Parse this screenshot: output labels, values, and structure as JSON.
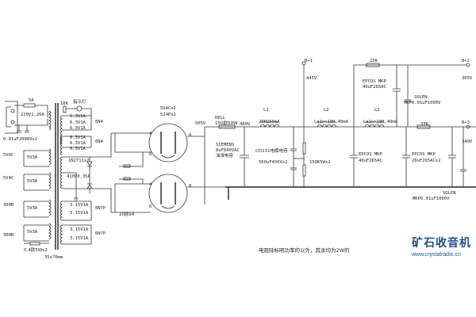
{
  "transformer": {
    "fuse": "5A",
    "primary": "220V1.26A",
    "primary_cap": "0.01uF2000Vx2",
    "left_taps": [
      "5V4C",
      "5V3A",
      "5V4C",
      "5V3A",
      "300B",
      "5V3A",
      "300B",
      "5V3A"
    ],
    "resistor": "0.4欧5Wx2",
    "core_size": "35x70mm",
    "r10k": "10K",
    "pilot": "指示灯",
    "windings": [
      "6.3V1A",
      "6.3V1A",
      "6.3V1A",
      "6.3V1A",
      "6.3V1A",
      "6.3V1A"
    ],
    "w_6n4": "6N4",
    "w_6n4b": "6N4",
    "hv": "410V0.35A",
    "diode": "1N2711x2",
    "lower_windings": [
      "3.15V1A",
      "3.15V1A",
      "3.15V1A",
      "3.15V1A"
    ],
    "w_6n7p": "6N7P",
    "w_6n7pb": "6N7P",
    "r20": "20欧x4"
  },
  "rectifier": {
    "part": "5U4Cx2",
    "part2": "5Z4Px2",
    "pin4": "4",
    "pin8": "8",
    "pin6": "6"
  },
  "supply": {
    "v505": "505V",
    "dell": "DELL",
    "dell_r": "150欧50W",
    "v480": "480V",
    "siemens": "SIEMENS",
    "siemens_val": "8uF660VAC",
    "siemens_type": "油浸电容",
    "l1": "L1",
    "l1_val": "20H250mA",
    "cd131": "CD131电解电容",
    "cd131_val": "560uF450Vx2",
    "r150k": "150K5Wx2",
    "l2": "L2",
    "l2_val": "La1n=18H,40mA",
    "l3": "L3",
    "l3_val": "La1n=18H,40mA",
    "epcos1": "EPCOS MKP",
    "epcos1_val": "40uF265AC",
    "epcos_top": "EPCOS MKP",
    "epcos_top_val": "40uF265AC",
    "epcos2": "EPCOS MKP",
    "epcos2_val": "20uF265ACx2",
    "solen_top": "SOLEN",
    "solen_top_val": "MKP0.01uF1000V",
    "solen_bot": "SOLEN",
    "solen_bot_val": "MKP0.01uF1000V",
    "r15k": "15K",
    "r33k": "33K",
    "b1": "B+1",
    "v445": "445V",
    "b2": "B+2",
    "v305": "305V",
    "b3": "B+3",
    "v340": "340V"
  },
  "note": "电阻除标明功率的以外，其余均为2W的",
  "logo": {
    "name": "矿石收音机",
    "url": "www.crystalradio.cn"
  }
}
